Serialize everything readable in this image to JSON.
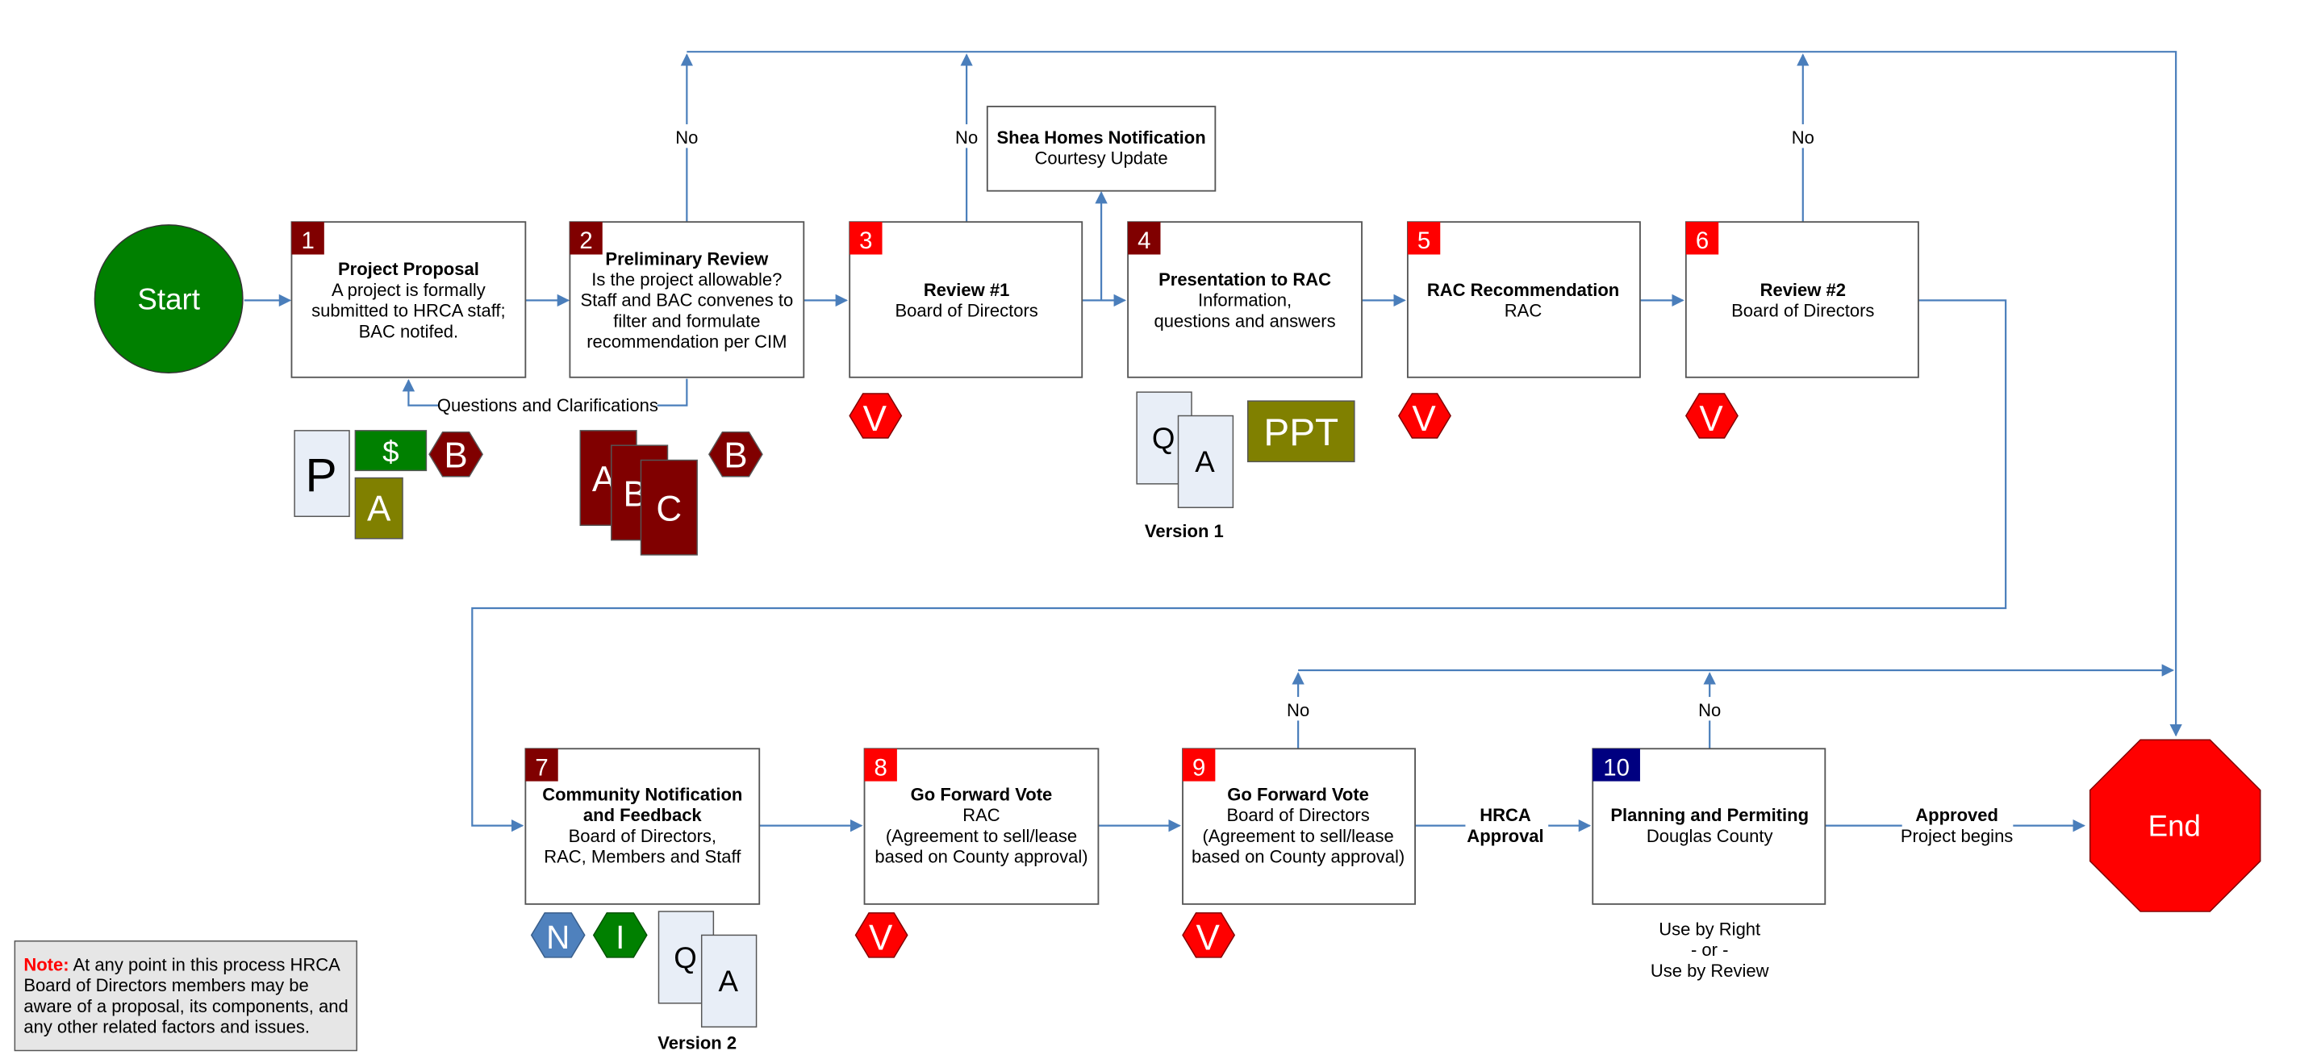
{
  "colors": {
    "connector": "#4a7ebb",
    "start_fill": "#008000",
    "end_fill": "#ff0000",
    "badge_dark_red": "#800000",
    "badge_red": "#ff0000",
    "badge_navy": "#000080",
    "olive": "#808000",
    "doc_fill": "#e8eef7",
    "note_fill": "#e6e6e6",
    "note_red": "#ff0000"
  },
  "terminals": {
    "start": "Start",
    "end": "End"
  },
  "steps": [
    {
      "num": "1",
      "title": "Project Proposal",
      "lines": [
        "A project is formally",
        "submitted to HRCA staff;",
        "BAC notifed."
      ]
    },
    {
      "num": "2",
      "title": "Preliminary Review",
      "lines": [
        "Is the project allowable?",
        "Staff and BAC convenes to",
        "filter and formulate",
        "recommendation per CIM"
      ]
    },
    {
      "num": "3",
      "title": "Review #1",
      "lines": [
        "Board of Directors"
      ]
    },
    {
      "num": "4",
      "title": "Presentation to RAC",
      "lines": [
        "Information,",
        "questions and answers"
      ]
    },
    {
      "num": "5",
      "title": "RAC Recommendation",
      "lines": [
        "RAC"
      ]
    },
    {
      "num": "6",
      "title": "Review #2",
      "lines": [
        "Board of Directors"
      ]
    },
    {
      "num": "7",
      "title_lines": [
        "Community Notification",
        "and Feedback"
      ],
      "lines": [
        "Board of Directors,",
        "RAC, Members and Staff"
      ]
    },
    {
      "num": "8",
      "title": "Go Forward Vote",
      "lines": [
        "RAC",
        "(Agreement to sell/lease",
        "based on County approval)"
      ]
    },
    {
      "num": "9",
      "title": "Go Forward Vote",
      "lines": [
        "Board of Directors",
        "(Agreement to sell/lease",
        "based on County approval)"
      ]
    },
    {
      "num": "10",
      "title": "Planning and Permiting",
      "lines": [
        "Douglas County"
      ]
    }
  ],
  "notification": {
    "title": "Shea Homes Notification",
    "subtitle": "Courtesy Update"
  },
  "labels": {
    "no": "No",
    "questions": "Questions and Clarifications",
    "hrca_approval": [
      "HRCA",
      "Approval"
    ],
    "approved": "Approved",
    "project_begins": "Project begins",
    "use_by": [
      "Use by Right",
      "- or -",
      "Use by Review"
    ],
    "version1": "Version 1",
    "version2": "Version 2"
  },
  "icons": {
    "p": "P",
    "dollar": "$",
    "b": "B",
    "a": "A",
    "c": "C",
    "v": "V",
    "q": "Q",
    "ppt": "PPT",
    "n": "N",
    "i": "I"
  },
  "note": {
    "label": "Note:",
    "lines": [
      " At any point in this process HRCA",
      "Board of Directors members may be",
      "aware of a proposal, its components, and",
      "any other related factors and issues."
    ]
  }
}
